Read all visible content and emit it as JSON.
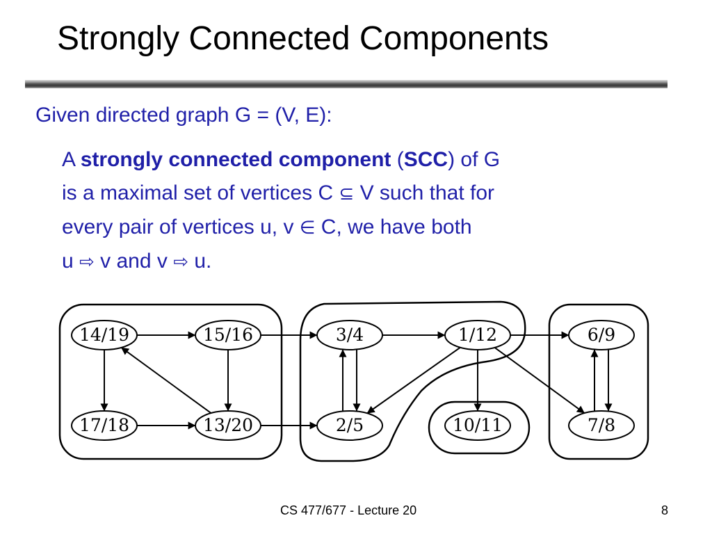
{
  "slide": {
    "title": "Strongly Connected Components",
    "intro": "Given directed graph G = (V, E):",
    "definition": {
      "line1_pre": "A ",
      "line1_bold": "strongly connected component",
      "line1_mid": " (",
      "line1_bold2": "SCC",
      "line1_post": ") of G",
      "line2_pre": "is a maximal set of vertices C ",
      "subseteq_symbol": "⊆",
      "line2_post": " V such that for",
      "line3_pre": "every pair of vertices u, v ",
      "in_symbol": "∈",
      "line3_post": " C, we have both",
      "line4_u1": "u ",
      "arrow1": "⇨",
      "line4_v1": " v and v ",
      "arrow2": "⇨",
      "line4_u2": " u."
    }
  },
  "graph": {
    "nodes": [
      {
        "id": "a",
        "label": "14/19"
      },
      {
        "id": "b",
        "label": "15/16"
      },
      {
        "id": "c",
        "label": "3/4"
      },
      {
        "id": "d",
        "label": "1/12"
      },
      {
        "id": "e",
        "label": "6/9"
      },
      {
        "id": "f",
        "label": "17/18"
      },
      {
        "id": "g",
        "label": "13/20"
      },
      {
        "id": "h",
        "label": "2/5"
      },
      {
        "id": "i",
        "label": "10/11"
      },
      {
        "id": "j",
        "label": "7/8"
      }
    ],
    "edges": [
      {
        "from": "a",
        "to": "b"
      },
      {
        "from": "b",
        "to": "c"
      },
      {
        "from": "c",
        "to": "d"
      },
      {
        "from": "d",
        "to": "e"
      },
      {
        "from": "a",
        "to": "f"
      },
      {
        "from": "b",
        "to": "g"
      },
      {
        "from": "g",
        "to": "a"
      },
      {
        "from": "f",
        "to": "g"
      },
      {
        "from": "g",
        "to": "h"
      },
      {
        "from": "h",
        "to": "c"
      },
      {
        "from": "c",
        "to": "h"
      },
      {
        "from": "d",
        "to": "h"
      },
      {
        "from": "d",
        "to": "i"
      },
      {
        "from": "d",
        "to": "j"
      },
      {
        "from": "j",
        "to": "e"
      },
      {
        "from": "e",
        "to": "j"
      }
    ],
    "components": [
      [
        "a",
        "b",
        "f",
        "g"
      ],
      [
        "c",
        "d",
        "h"
      ],
      [
        "i"
      ],
      [
        "e",
        "j"
      ]
    ]
  },
  "footer": {
    "text": "CS 477/677 - Lecture 20",
    "page": "8"
  }
}
